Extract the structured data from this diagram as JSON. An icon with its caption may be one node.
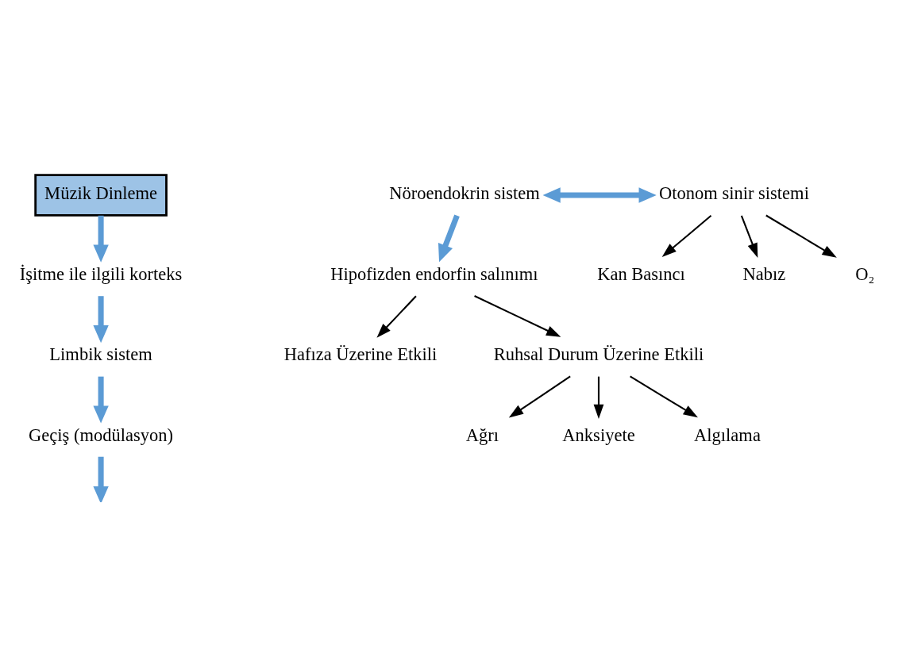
{
  "diagram": {
    "nodes": [
      {
        "text": [
          "Müzik Dinleme"
        ]
      },
      {
        "text": [
          "İşitme ile ilgili korteks"
        ]
      },
      {
        "text": [
          "Limbik sistem"
        ]
      },
      {
        "text": [
          "Geçiş (modülasyon)"
        ]
      },
      {
        "text": [
          "Nöroendokrin sistem"
        ]
      },
      {
        "text": [
          "Otonom sinir sistemi"
        ]
      },
      {
        "text": [
          "Hipofizden endorfin salınımı"
        ]
      },
      {
        "text": [
          "Kan Basıncı"
        ]
      },
      {
        "text": [
          "Nabız"
        ]
      },
      {
        "text": [
          "O₂"
        ]
      },
      {
        "text": [
          "Hafıza Üzerine Etkili"
        ]
      },
      {
        "text": [
          "Ruhsal Durum Üzerine Etkili"
        ]
      },
      {
        "text": [
          "Ağrı"
        ]
      },
      {
        "text": [
          "Anksiyete"
        ]
      },
      {
        "text": [
          "Algılama"
        ]
      }
    ],
    "edges": [
      {
        "from": 0,
        "to": 1,
        "arrow": "to",
        "style": "thick",
        "color": "#5b9bd5"
      },
      {
        "from": 1,
        "to": 2,
        "arrow": "to",
        "style": "thick",
        "color": "#5b9bd5"
      },
      {
        "from": 2,
        "to": 3,
        "arrow": "to",
        "style": "thick",
        "color": "#5b9bd5"
      },
      {
        "from": 3,
        "to": null,
        "arrow": "to",
        "style": "thick",
        "color": "#5b9bd5"
      },
      {
        "from": 4,
        "to": 5,
        "arrow": "both",
        "style": "thick",
        "color": "#5b9bd5"
      },
      {
        "from": 4,
        "to": 6,
        "arrow": "to",
        "style": "thick",
        "color": "#5b9bd5"
      },
      {
        "from": 5,
        "to": 7,
        "arrow": "to"
      },
      {
        "from": 5,
        "to": 8,
        "arrow": "to"
      },
      {
        "from": 5,
        "to": 9,
        "arrow": "to"
      },
      {
        "from": 6,
        "to": 10,
        "arrow": "to"
      },
      {
        "from": 6,
        "to": 11,
        "arrow": "to"
      },
      {
        "from": 11,
        "to": 12,
        "arrow": "to"
      },
      {
        "from": 11,
        "to": 13,
        "arrow": "to"
      },
      {
        "from": 11,
        "to": 14,
        "arrow": "to"
      }
    ]
  }
}
